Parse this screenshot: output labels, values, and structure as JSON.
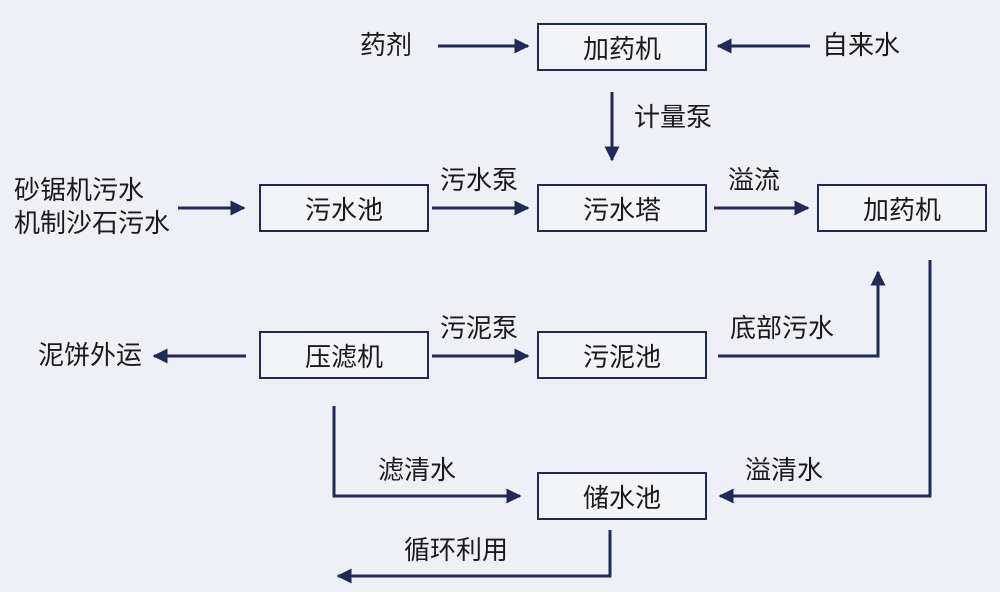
{
  "diagram": {
    "colors": {
      "line": "#1f2a55",
      "background": "#eef0f6",
      "box_fill": "#f3f4f8",
      "text": "#1a1a1a"
    },
    "boxes": {
      "dosing_top": "加药机",
      "sewage_pool": "污水池",
      "sewage_tower": "污水塔",
      "dosing_right": "加药机",
      "filter_press": "压滤机",
      "sludge_pool": "污泥池",
      "storage_pool": "储水池"
    },
    "labels": {
      "chemical": "药剂",
      "tap_water": "自来水",
      "metering_pump": "计量泵",
      "source_line1": "砂锯机污水",
      "source_line2": "机制沙石污水",
      "sewage_pump": "污水泵",
      "overflow": "溢流",
      "sludge_pump": "污泥泵",
      "bottom_sewage": "底部污水",
      "cake_out": "泥饼外运",
      "filtrate": "滤清水",
      "overflow_clear": "溢清水",
      "recycle": "循环利用"
    }
  }
}
